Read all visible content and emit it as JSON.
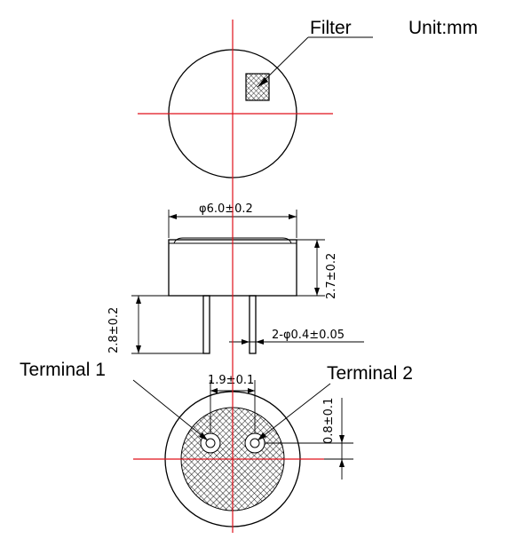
{
  "labels": {
    "filter": "Filter",
    "unit": "Unit:mm",
    "terminal_1": "Terminal 1",
    "terminal_2": "Terminal 2"
  },
  "dimensions": {
    "diameter": "φ6.0±0.2",
    "body_height": "2.7±0.2",
    "pin_length": "2.8±0.2",
    "pin_diameter": "2-φ0.4±0.05",
    "pin_spacing": "1.9±0.1",
    "pin_offset": "0.8±0.1"
  },
  "colors": {
    "centerline": "#e0101a",
    "outline": "#000000",
    "mesh": "#000000"
  }
}
